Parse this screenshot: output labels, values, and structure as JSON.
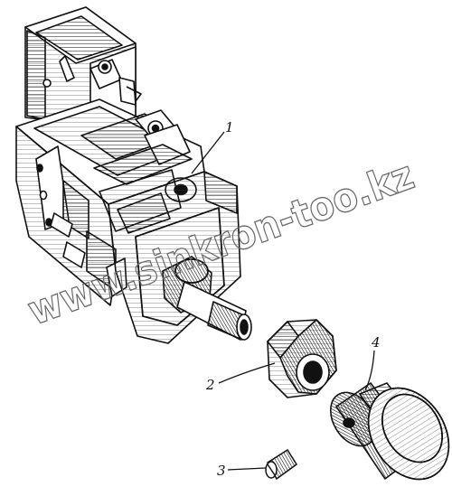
{
  "watermark": {
    "text": "www.sinkron-too.kz"
  },
  "callouts": [
    {
      "id": "1",
      "label": "1",
      "part": "switch-housing"
    },
    {
      "id": "2",
      "label": "2",
      "part": "hex-nut"
    },
    {
      "id": "3",
      "label": "3",
      "part": "set-screw"
    },
    {
      "id": "4",
      "label": "4",
      "part": "knob"
    }
  ],
  "colors": {
    "ink": "#111111",
    "paper": "#ffffff",
    "watermark": "#6a6a6a"
  }
}
